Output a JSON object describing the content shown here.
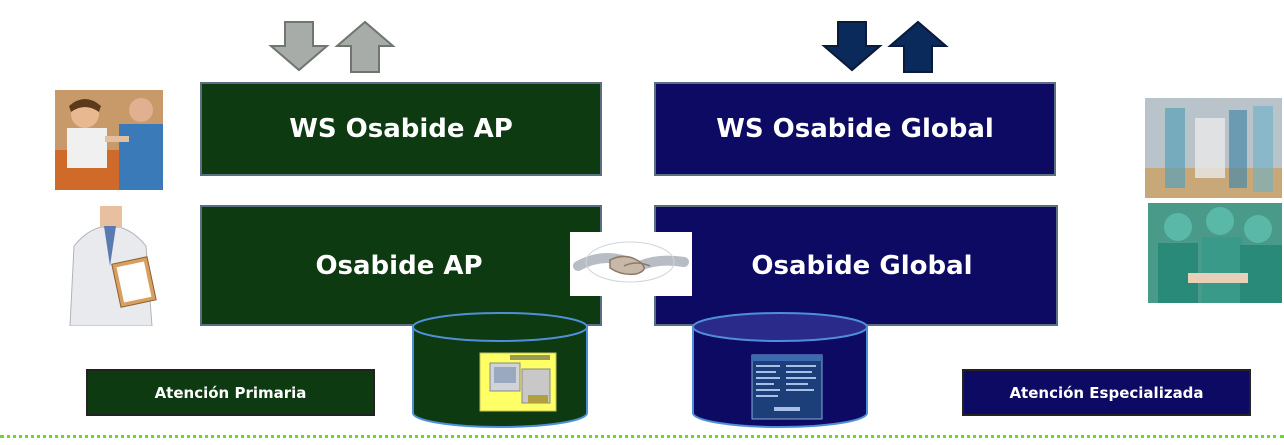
{
  "boxes": {
    "ws_ap": "WS Osabide AP",
    "ws_global": "WS Osabide Global",
    "osabide_ap": "Osabide AP",
    "osabide_global": "Osabide Global"
  },
  "labels": {
    "primaria": "Atención Primaria",
    "especializada": "Atención Especializada"
  },
  "colors": {
    "green_box": "#0d3a10",
    "navy_box": "#0c0a63",
    "gray_arrow": "#a8aca8",
    "navy_arrow": "#0a2a5c",
    "dotted_line": "#66dd22"
  },
  "icons": {
    "ap_arrows": "gray-up-down-arrows",
    "global_arrows": "navy-up-down-arrows",
    "handshake": "handshake-icon",
    "database": "database-cylinder-icon"
  }
}
